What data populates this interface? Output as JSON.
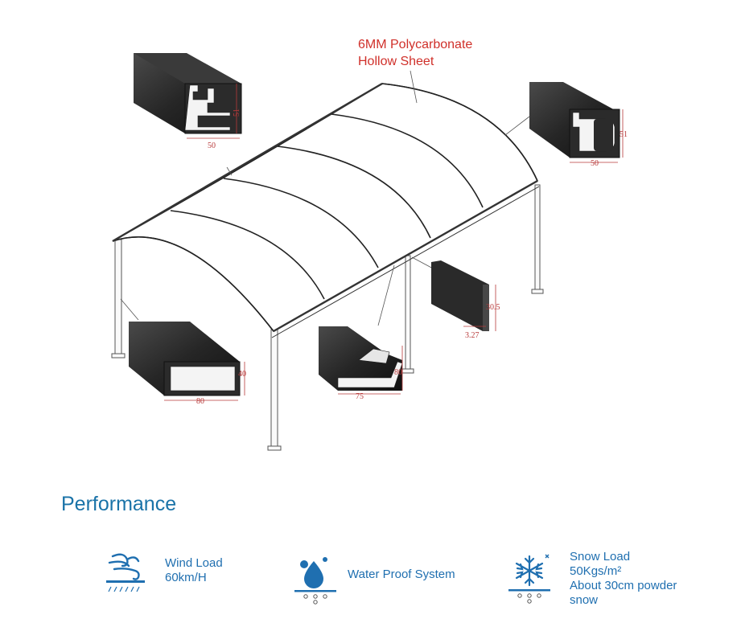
{
  "callout": {
    "line1": "6MM Polycarbonate",
    "line2": "Hollow  Sheet"
  },
  "profiles": {
    "top_left": {
      "width": "50",
      "height": "51"
    },
    "top_right": {
      "width": "50",
      "height": "51"
    },
    "bottom_left": {
      "width": "80",
      "height": "40"
    },
    "center_gutter": {
      "width": "75",
      "height": "80"
    },
    "panel": {
      "height": "30.5",
      "thickness": "3.27"
    }
  },
  "performance": {
    "title": "Performance",
    "features": [
      {
        "icon": "wind-icon",
        "lines": [
          "Wind Load",
          "60km/H"
        ]
      },
      {
        "icon": "water-drop-icon",
        "lines": [
          "Water Proof System"
        ]
      },
      {
        "icon": "snowflake-icon",
        "lines": [
          "Snow Load",
          "50Kgs/m²",
          "About 30cm powder",
          "snow"
        ]
      }
    ]
  },
  "colors": {
    "accent": "#1a73a8",
    "callout": "#d0302a",
    "dimension": "#b83a3a",
    "profile": "#2a2a2a"
  }
}
